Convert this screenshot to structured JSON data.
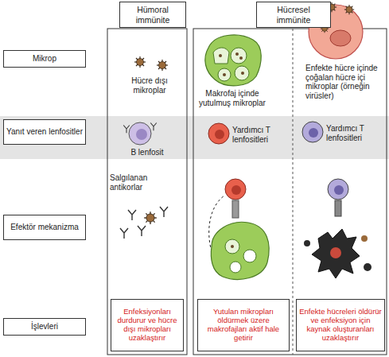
{
  "diagram": {
    "nodes": [
      {
        "text": [
          "Hümoral immünite"
        ]
      },
      {
        "text": [
          "Hücresel immünite"
        ]
      },
      {
        "text": [
          "Mikrop"
        ]
      },
      {
        "text": [
          "Yanıt veren lenfositler"
        ]
      },
      {
        "text": [
          "Efektör mekanizma"
        ]
      },
      {
        "text": [
          "İşlevleri"
        ]
      },
      {
        "text": [
          "Enfeksiyonları durdurur ve hücre dışı mikropları uzaklaştırır"
        ]
      },
      {
        "text": [
          "Yutulan mikropları öldürmek üzere makrofajları aktif hale getirir"
        ]
      },
      {
        "text": [
          "Enfekte hücreleri öldürür ve enfeksiyon için kaynak oluşturanları uzaklaştırır"
        ]
      }
    ],
    "labels": [
      "Hücre dışı mikroplar",
      "Makrofaj içinde yutulmuş mikroplar",
      "Enfekte hücre içinde çoğalan hücre içi mikroplar (örneğin virüsler)",
      "B lenfosit",
      "Yardımcı T lenfositleri",
      "Yardımcı T lenfositleri",
      "Salgılanan antikorlar"
    ]
  }
}
